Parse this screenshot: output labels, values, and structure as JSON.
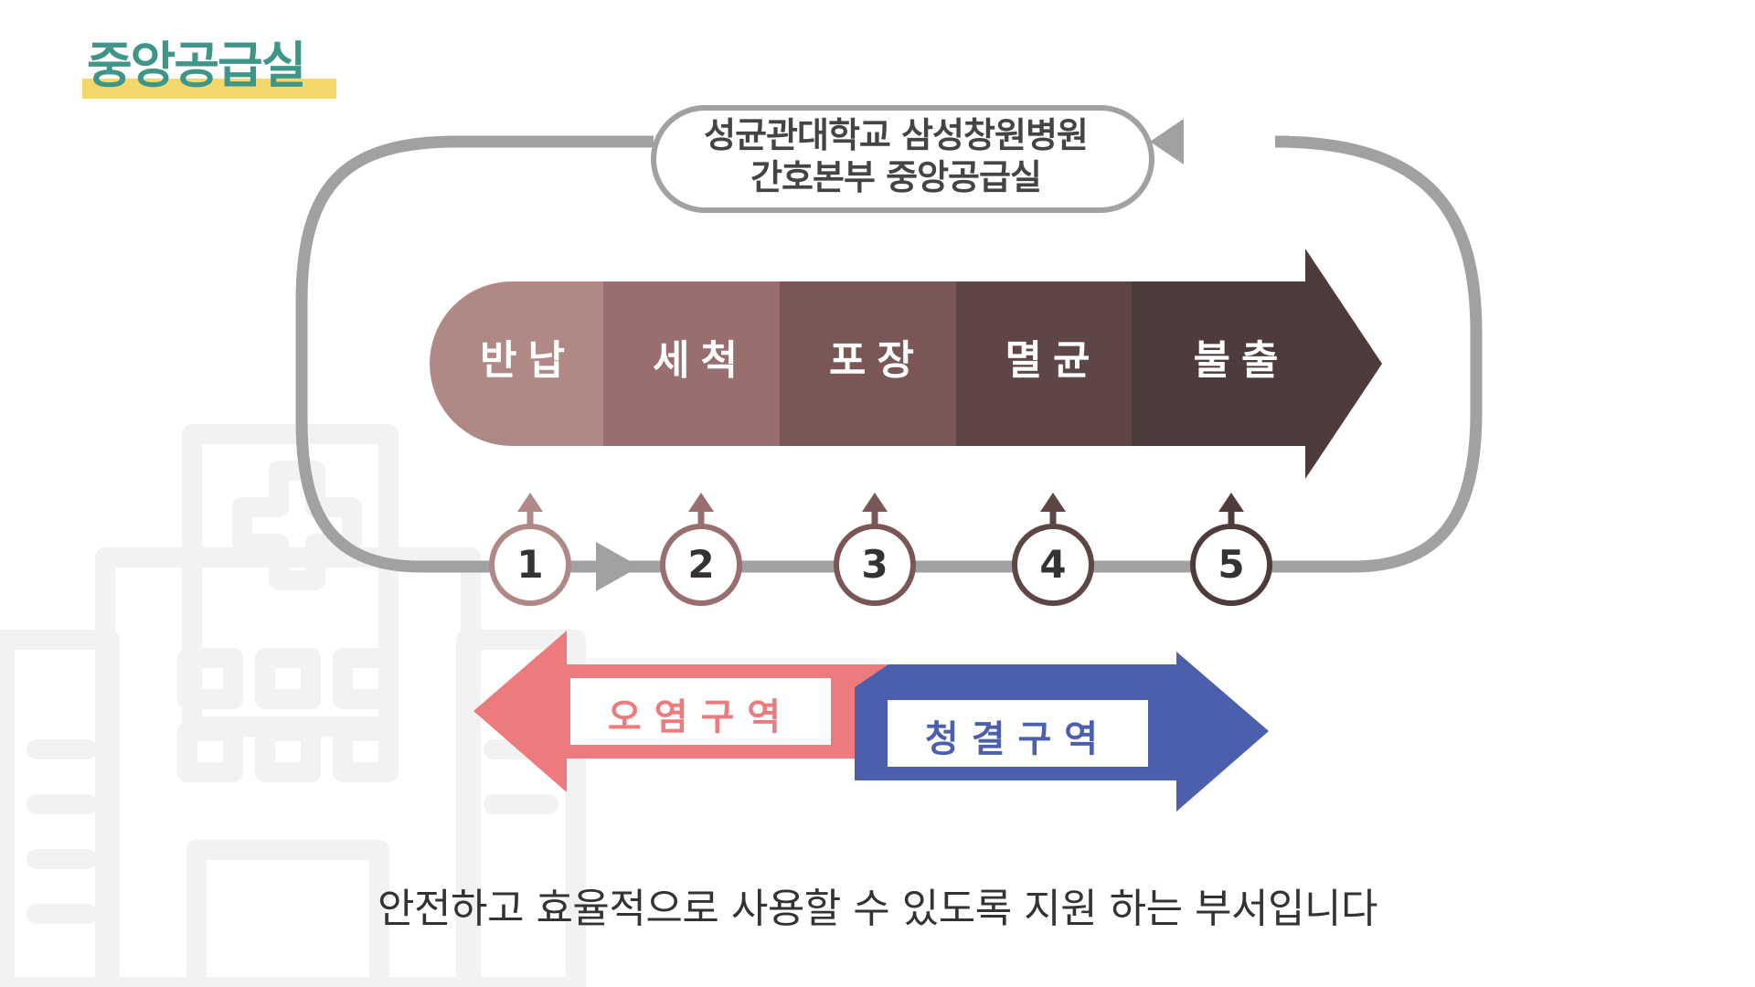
{
  "header": {
    "title": "중앙공급실"
  },
  "org": {
    "line1": "성균관대학교 삼성창원병원",
    "line2": "간호본부 중앙공급실"
  },
  "process_steps": [
    {
      "label": "반납",
      "number": "1",
      "color": "#b08886"
    },
    {
      "label": "세척",
      "number": "2",
      "color": "#986e6e"
    },
    {
      "label": "포장",
      "number": "3",
      "color": "#7b5656"
    },
    {
      "label": "멸균",
      "number": "4",
      "color": "#5e4646"
    },
    {
      "label": "불출",
      "number": "5",
      "color": "#4e3b3b"
    }
  ],
  "zones": {
    "contaminated": {
      "label": "오염구역",
      "color": "#ed7b7d"
    },
    "clean": {
      "label": "청결구역",
      "color": "#4b5fad"
    }
  },
  "cycle_color": "#a1a1a1",
  "caption": "안전하고 효율적으로 사용할 수 있도록 지원 하는 부서입니다"
}
